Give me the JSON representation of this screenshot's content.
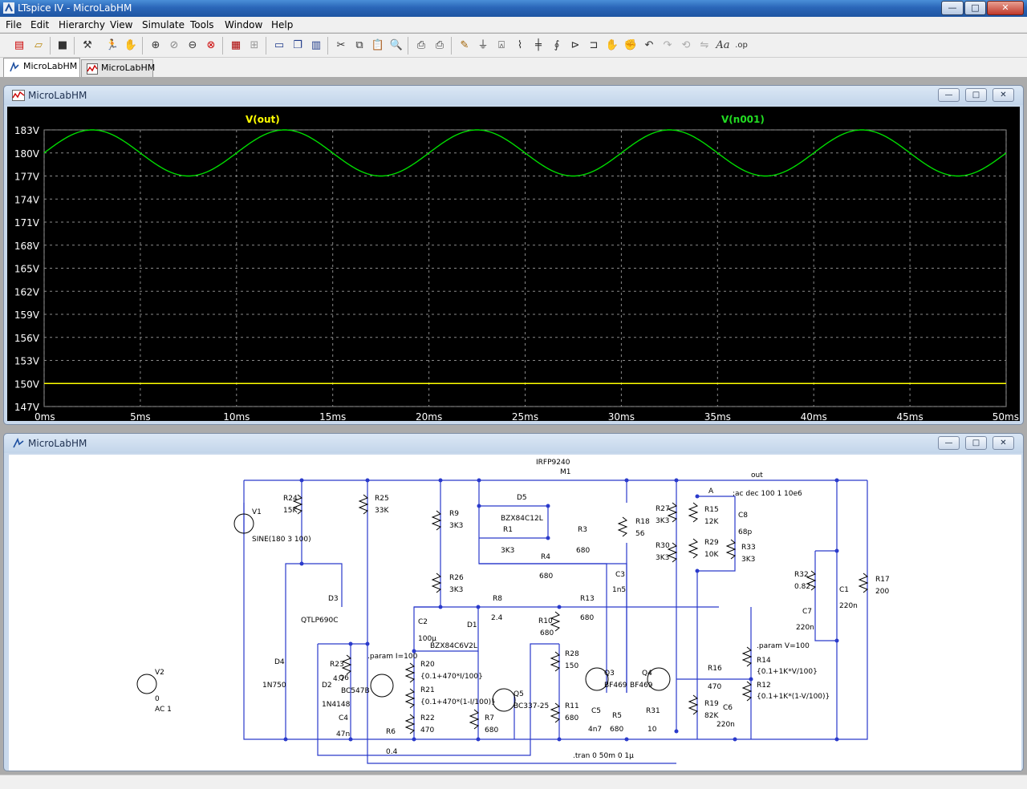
{
  "app": {
    "title": "LTspice IV - MicroLabHM",
    "min_glyph": "—",
    "max_glyph": "□",
    "close_glyph": "✕"
  },
  "menu": [
    "File",
    "Edit",
    "Hierarchy",
    "View",
    "Simulate",
    "Tools",
    "Window",
    "Help"
  ],
  "toolbar_icons": [
    "new-schematic-icon",
    "open-icon",
    "save-icon",
    "control-panel-icon",
    "run-icon",
    "halt-icon",
    "zoom-in-icon",
    "zoom-out-icon",
    "zoom-fit-icon",
    "zoom-cancel-icon",
    "autorange-icon",
    "grid-icon",
    "tile-horizontal-icon",
    "cascade-icon",
    "tile-vertical-icon",
    "cut-icon",
    "copy-icon",
    "paste-icon",
    "find-icon",
    "print-setup-icon",
    "print-icon",
    "draw-wire-icon",
    "ground-icon",
    "label-net-icon",
    "resistor-icon",
    "capacitor-icon",
    "inductor-icon",
    "diode-icon",
    "component-icon",
    "move-icon",
    "drag-icon",
    "undo-icon",
    "redo-icon",
    "rotate-icon",
    "mirror-icon",
    "text-icon",
    "spice-directive-icon"
  ],
  "tabs": [
    {
      "label": "MicroLabHM",
      "kind": "schematic",
      "active": true
    },
    {
      "label": "MicroLabHM",
      "kind": "waveform",
      "active": false
    }
  ],
  "plot_window": {
    "title": "MicroLabHM",
    "traces": [
      {
        "name": "V(out)",
        "color": "#ffff00"
      },
      {
        "name": "V(n001)",
        "color": "#00dd00"
      }
    ]
  },
  "schematic_window": {
    "title": "MicroLabHM"
  },
  "chart_data": {
    "type": "line",
    "x_unit": "ms",
    "x_ticks": [
      "0ms",
      "5ms",
      "10ms",
      "15ms",
      "20ms",
      "25ms",
      "30ms",
      "35ms",
      "40ms",
      "45ms",
      "50ms"
    ],
    "y_ticks": [
      "183V",
      "180V",
      "177V",
      "174V",
      "171V",
      "168V",
      "165V",
      "162V",
      "159V",
      "156V",
      "153V",
      "150V",
      "147V"
    ],
    "xlim": [
      0,
      50
    ],
    "ylim": [
      147,
      183
    ],
    "grid": true,
    "series": [
      {
        "name": "V(out)",
        "color": "#ffff00",
        "x": [
          0,
          50
        ],
        "y": [
          150,
          150
        ]
      },
      {
        "name": "V(n001)",
        "color": "#00dd00",
        "x": [
          0,
          2.5,
          5,
          7.5,
          10,
          12.5,
          15,
          17.5,
          20,
          22.5,
          25,
          27.5,
          30,
          32.5,
          35,
          37.5,
          40,
          42.5,
          45,
          47.5,
          50
        ],
        "y": [
          180,
          183,
          180,
          177,
          180,
          183,
          180,
          177,
          180,
          183,
          180,
          177,
          180,
          183,
          180,
          177,
          180,
          183,
          180,
          177,
          180
        ]
      }
    ]
  },
  "schematic_labels": [
    "IRFP9240",
    "M1",
    "out",
    "A",
    ";ac dec 100 1 10e6",
    "R24",
    "15K",
    "R25",
    "33K",
    "V1",
    "SINE(180 3 100)",
    "R9",
    "3K3",
    "D5",
    "BZX84C12L",
    "R1",
    "3K3",
    "R3",
    "680",
    "R4",
    "680",
    "R18",
    "56",
    "R27",
    "3K3",
    "R30",
    "3K3",
    "R15",
    "12K",
    "R29",
    "10K",
    "C8",
    "68p",
    "R33",
    "3K3",
    "R32",
    "0.82",
    "C1",
    "220n",
    "R17",
    "200",
    "C7",
    "220n",
    "R26",
    "3K3",
    "C3",
    "1n5",
    "D3",
    "QTLP690C",
    "R8",
    "2.4",
    "R13",
    "680",
    "C2",
    "100µ",
    "D1",
    "BZX84C6V2L",
    "R10",
    "680",
    "R28",
    "150",
    "Q3",
    "BF469",
    "Q4",
    "BF469",
    "R16",
    "470",
    "R19",
    "82K",
    "C6",
    "220n",
    ".param V=100",
    "R14",
    "{0.1+1K*V/100}",
    "R12",
    "{0.1+1K*(1-V/100)}",
    "R23",
    "4.7",
    "Q6",
    "BC547B",
    ".param I=100",
    "R20",
    "{0.1+470*I/100}",
    "R21",
    "{0.1+470*(1-I/100)}",
    "R22",
    "470",
    "Q5",
    "BC337-25",
    "R7",
    "680",
    "R11",
    "680",
    "C5",
    "4n7",
    "R5",
    "680",
    "R31",
    "10",
    "D4",
    "1N750",
    "D2",
    "1N4148",
    "C4",
    "47n",
    "R6",
    "0.4",
    "V2",
    "0",
    "AC 1",
    ".tran 0 50m 0 1µ"
  ]
}
